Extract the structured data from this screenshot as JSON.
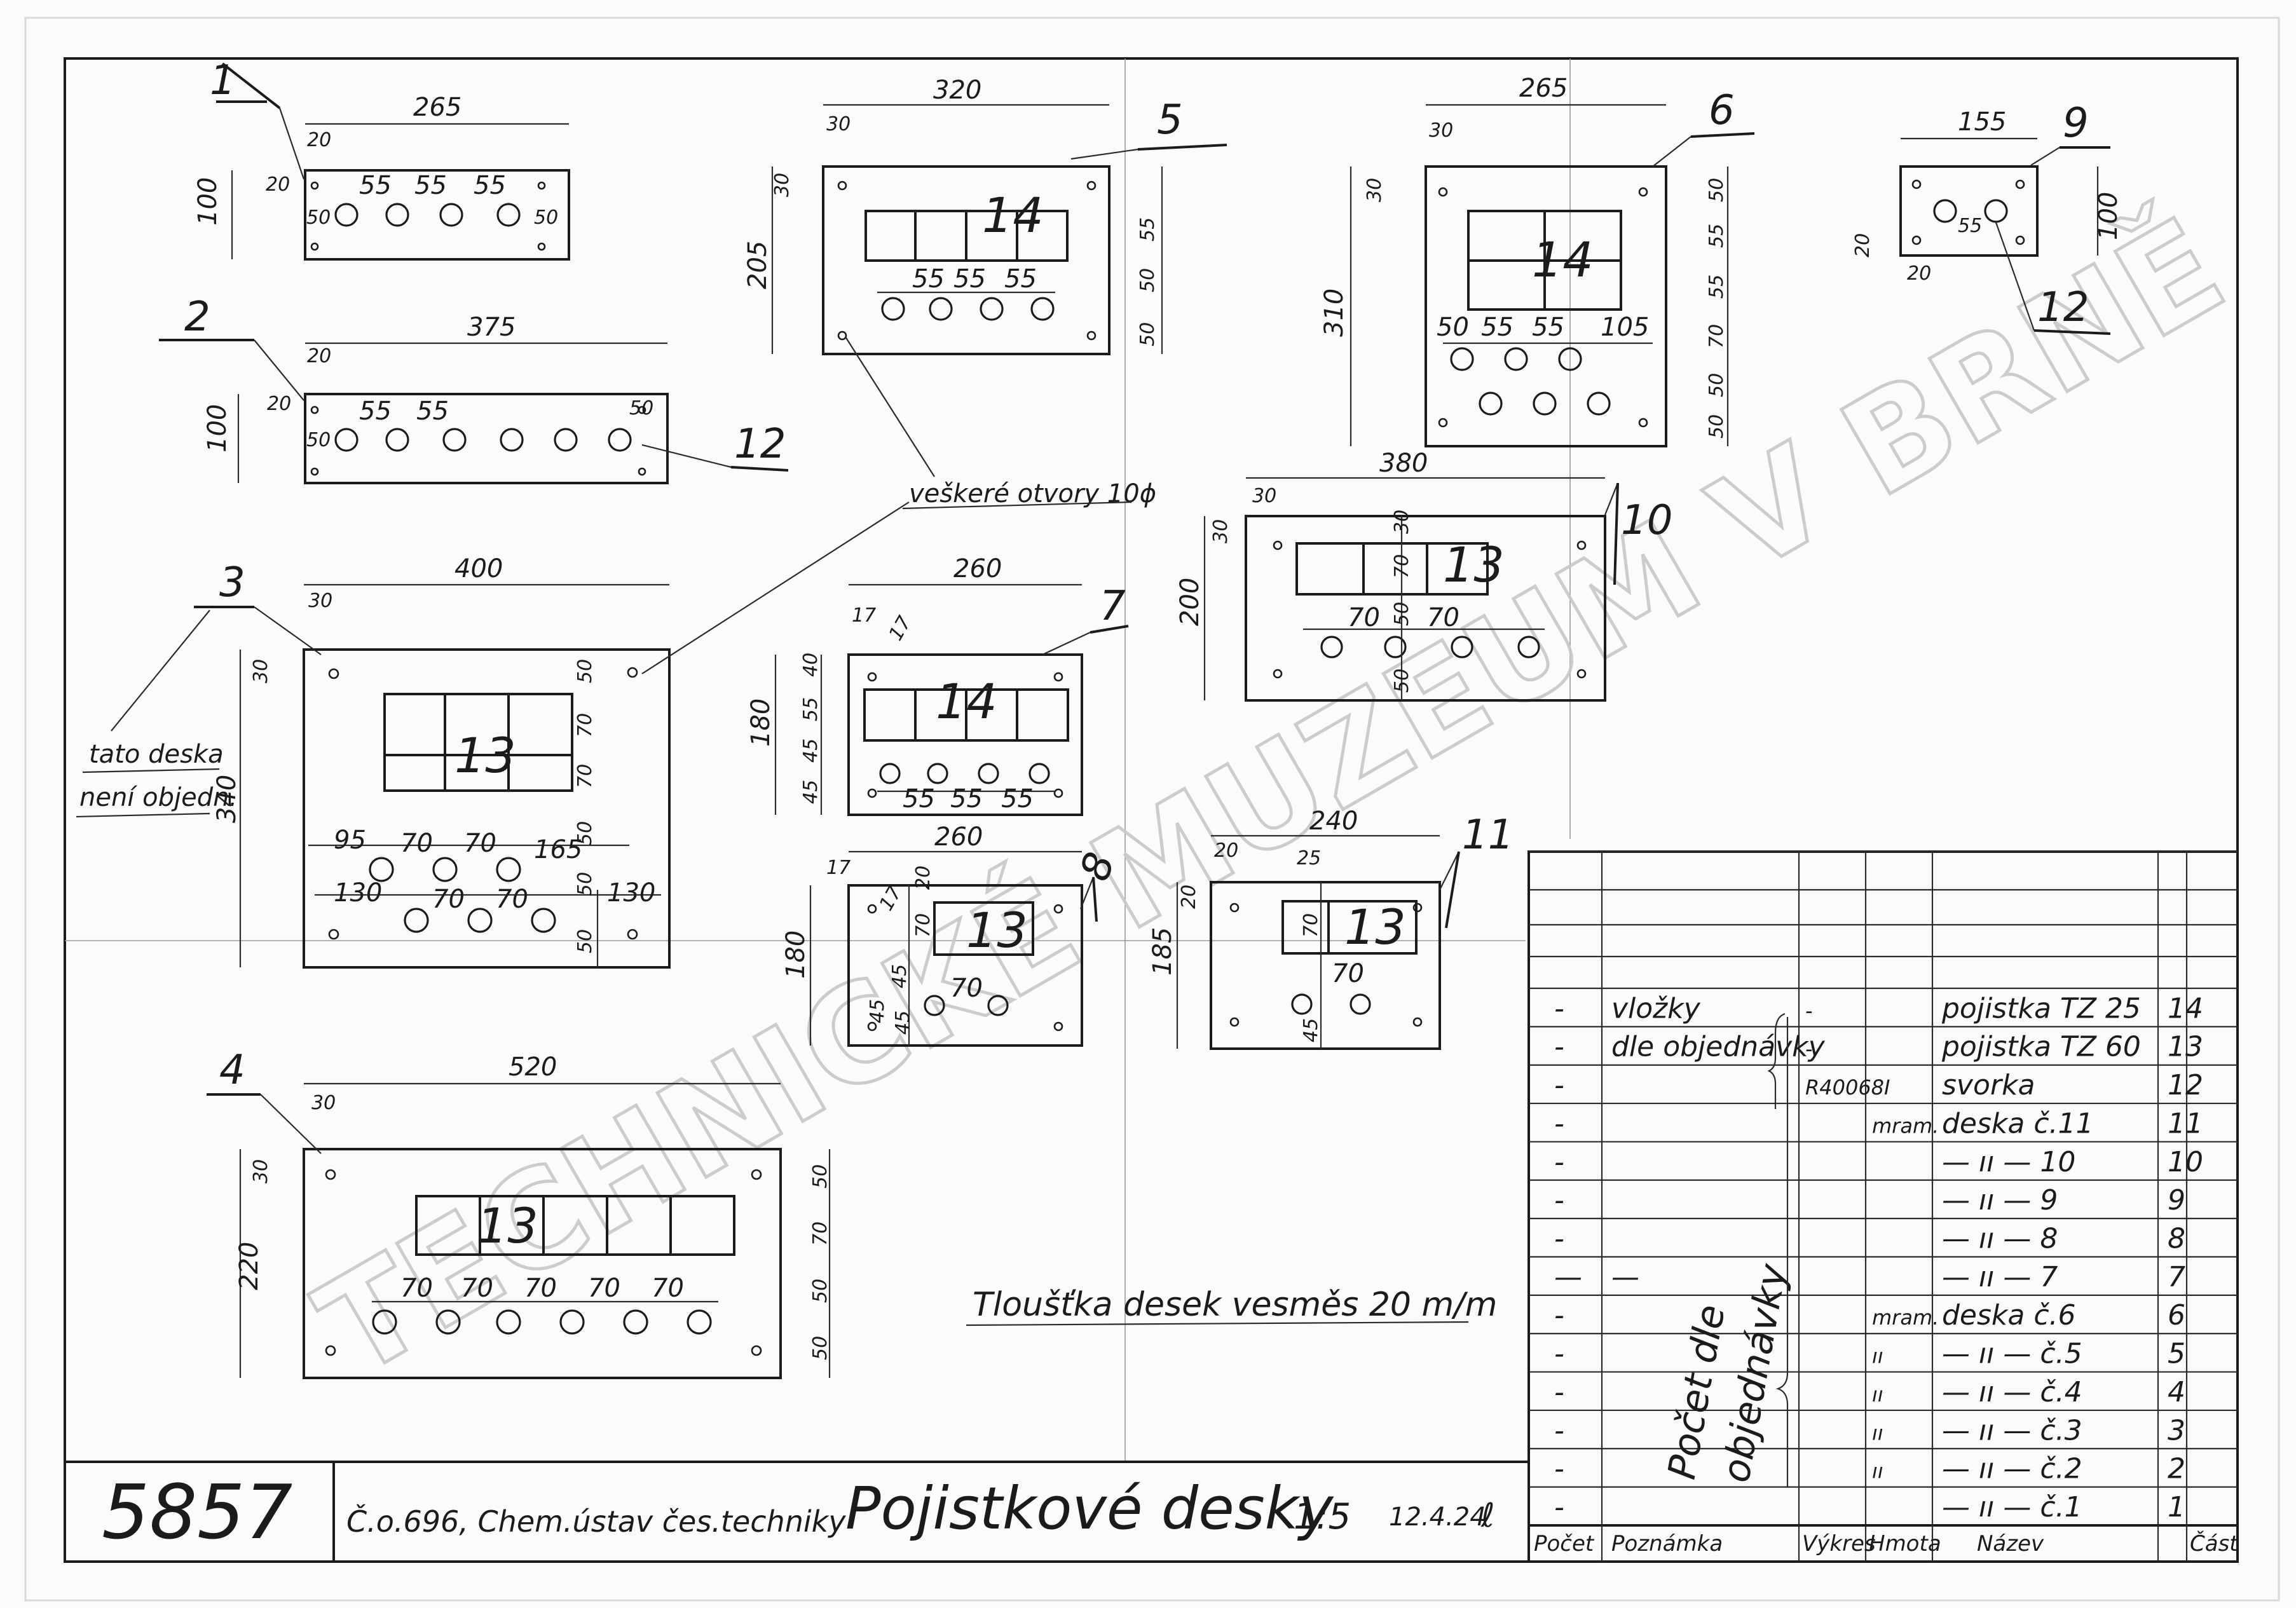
{
  "drawing": {
    "number": "5857",
    "order": "Č.o.696, Chem.ústav čes.techniky",
    "title": "Pojistkové desky",
    "scale": "1:5",
    "date": "12.4.24",
    "signature": "ℓ",
    "watermark": "TECHNICKÉ MUZEUM V BRNĚ",
    "thickness_note": "Tloušťka desek vesměs 20 m/m",
    "holes_note": "veškeré otvory 10ϕ",
    "not_ordered_note_line1": "tato deska",
    "not_ordered_note_line2": "není objedn."
  },
  "plates": {
    "p1": {
      "callout": "1",
      "width": "265",
      "height": "100",
      "d20a": "20",
      "d20b": "20",
      "d50a": "50",
      "d50b": "50",
      "d55a": "55",
      "d55b": "55",
      "d55c": "55"
    },
    "p2": {
      "callout": "2",
      "width": "375",
      "height": "100",
      "d20a": "20",
      "d20b": "20",
      "d50a": "50",
      "d50b": "50",
      "d55a": "55",
      "d55b": "55",
      "callout12": "12"
    },
    "p3": {
      "callout": "3",
      "width": "400",
      "height": "340",
      "d30a": "30",
      "d30b": "30",
      "d50a": "50",
      "d70a": "70",
      "d70b": "70",
      "d50b": "50",
      "d50c": "50",
      "d50d": "50",
      "d95": "95",
      "d70c": "70",
      "d70d": "70",
      "d165": "165",
      "d130a": "130",
      "d130b": "130",
      "d70e": "70",
      "d70f": "70",
      "fuse": "13"
    },
    "p4": {
      "callout": "4",
      "width": "520",
      "height": "220",
      "d30a": "30",
      "d30b": "30",
      "d50a": "50",
      "d70": "70",
      "d50b": "50",
      "d50c": "50",
      "d70a": "70",
      "d70b": "70",
      "d70c": "70",
      "d70d": "70",
      "d70e": "70",
      "fuse": "13"
    },
    "p5": {
      "callout": "5",
      "width": "320",
      "height": "205",
      "d30a": "30",
      "d30b": "30",
      "d55a": "55",
      "d50a": "50",
      "d50b": "50",
      "d55b": "55",
      "d55c": "55",
      "d55d": "55",
      "fuse": "14"
    },
    "p6": {
      "callout": "6",
      "width": "265",
      "height": "310",
      "d30a": "30",
      "d30b": "30",
      "d50a": "50",
      "d55a": "55",
      "d55b": "55",
      "d55c": "55",
      "d70": "70",
      "d50b": "50",
      "d50c": "50",
      "d50d": "50",
      "d105": "105",
      "fuse": "14"
    },
    "p7": {
      "callout": "7",
      "width": "260",
      "height": "180",
      "d17a": "17",
      "d17b": "17",
      "d40": "40",
      "d55": "55",
      "d45a": "45",
      "d45b": "45",
      "d55a": "55",
      "d55b": "55",
      "d55c": "55",
      "fuse": "14"
    },
    "p8": {
      "callout": "8",
      "width": "260",
      "height": "180",
      "d17a": "17",
      "d17b": "17",
      "d20": "20",
      "d70a": "70",
      "d45a": "45",
      "d45b": "45",
      "d45c": "45",
      "d70b": "70",
      "fuse": "13"
    },
    "p9": {
      "callout": "9",
      "width": "155",
      "height": "100",
      "d20a": "20",
      "d20b": "20",
      "d55": "55",
      "callout12": "12"
    },
    "p10": {
      "callout": "10",
      "width": "380",
      "height": "200",
      "d30a": "30",
      "d30b": "30",
      "d30c": "30",
      "d70a": "70",
      "d50a": "50",
      "d50b": "50",
      "d70b": "70",
      "d70c": "70",
      "fuse": "13"
    },
    "p11": {
      "callout": "11",
      "width": "240",
      "height": "185",
      "d20a": "20",
      "d20b": "20",
      "d25": "25",
      "d70a": "70",
      "d45": "45",
      "d70b": "70",
      "fuse": "13"
    }
  },
  "parts_list": {
    "headers": {
      "pocet": "Počet",
      "poznamka": "Poznámka",
      "vykres": "Výkres",
      "hmota": "Hmota",
      "nazev": "Název",
      "cast": "Část"
    },
    "rows": [
      {
        "pocet": "-",
        "poznamka": "vložky",
        "vykres": "-",
        "hmota": "",
        "nazev": "pojistka TZ 25",
        "cast": "14"
      },
      {
        "pocet": "-",
        "poznamka": "dle objednávky",
        "vykres": "-",
        "hmota": "",
        "nazev": "pojistka TZ 60",
        "cast": "13"
      },
      {
        "pocet": "-",
        "poznamka": "",
        "vykres": "R40068I",
        "hmota": "",
        "nazev": "svorka",
        "cast": "12"
      },
      {
        "pocet": "-",
        "poznamka": "",
        "vykres": "",
        "hmota": "mram.",
        "nazev": "deska č.11",
        "cast": "11"
      },
      {
        "pocet": "-",
        "poznamka": "",
        "vykres": "",
        "hmota": "",
        "nazev": "— ıı — 10",
        "cast": "10"
      },
      {
        "pocet": "-",
        "poznamka": "",
        "vykres": "",
        "hmota": "",
        "nazev": "— ıı — 9",
        "cast": "9"
      },
      {
        "pocet": "-",
        "poznamka": "",
        "vykres": "",
        "hmota": "",
        "nazev": "— ıı — 8",
        "cast": "8"
      },
      {
        "pocet": "—",
        "poznamka": "—",
        "vykres": "",
        "hmota": "",
        "nazev": "— ıı — 7",
        "cast": "7"
      },
      {
        "pocet": "-",
        "poznamka": "",
        "vykres": "",
        "hmota": "mram.",
        "nazev": "deska č.6",
        "cast": "6"
      },
      {
        "pocet": "-",
        "poznamka": "",
        "vykres": "",
        "hmota": "ıı",
        "nazev": "— ıı — č.5",
        "cast": "5"
      },
      {
        "pocet": "-",
        "poznamka": "",
        "vykres": "",
        "hmota": "ıı",
        "nazev": "— ıı — č.4",
        "cast": "4"
      },
      {
        "pocet": "-",
        "poznamka": "",
        "vykres": "",
        "hmota": "ıı",
        "nazev": "— ıı — č.3",
        "cast": "3"
      },
      {
        "pocet": "-",
        "poznamka": "",
        "vykres": "",
        "hmota": "ıı",
        "nazev": "— ıı — č.2",
        "cast": "2"
      },
      {
        "pocet": "-",
        "poznamka": "",
        "vykres": "",
        "hmota": "",
        "nazev": "— ıı — č.1",
        "cast": "1"
      }
    ],
    "pocet_note_line1": "Počet dle",
    "pocet_note_line2": "objednávky"
  }
}
